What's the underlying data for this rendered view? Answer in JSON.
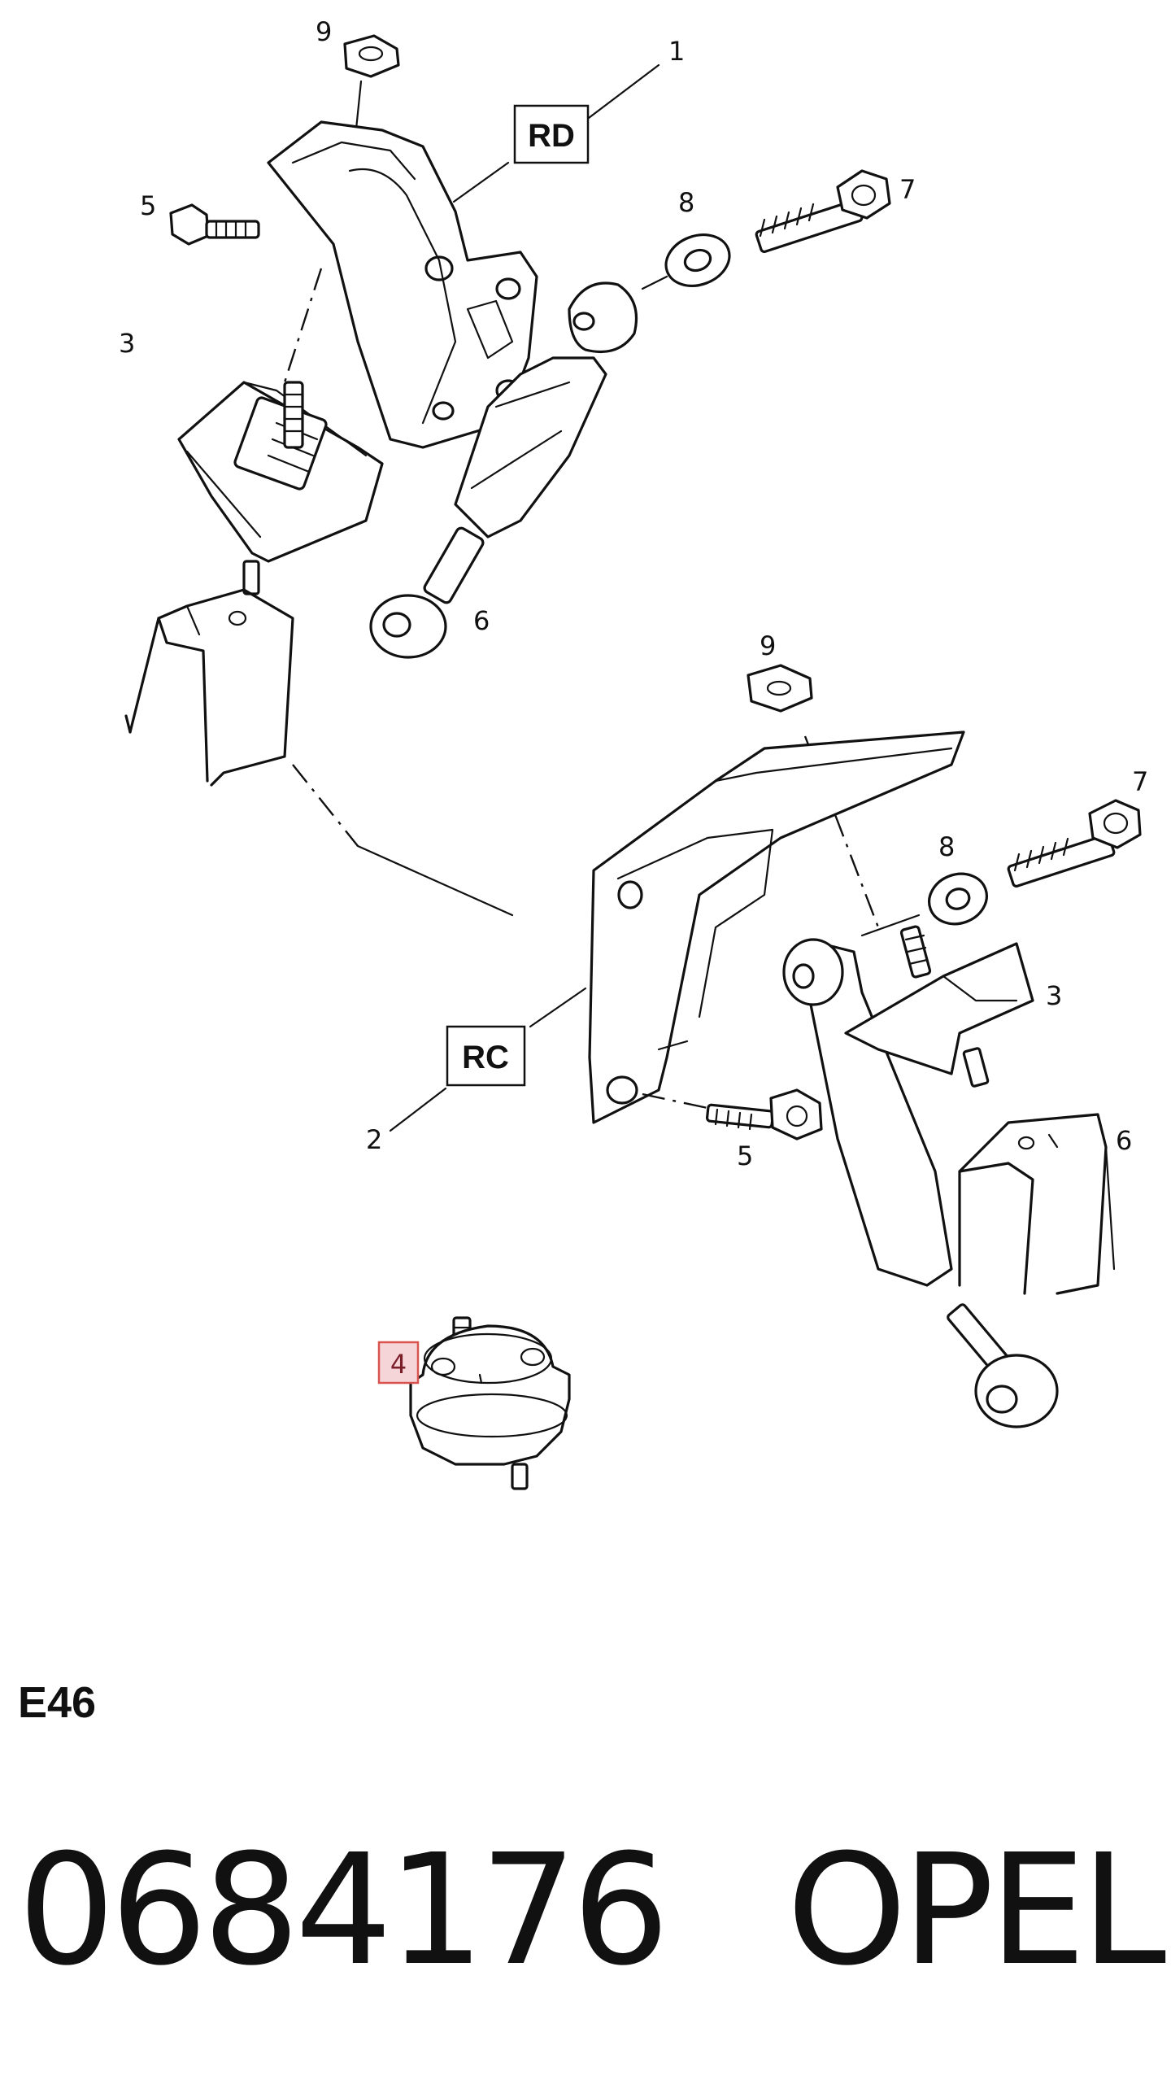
{
  "diagram": {
    "callouts": {
      "c1": "1",
      "c2": "2",
      "c3a": "3",
      "c3b": "3",
      "c5a": "5",
      "c5b": "5",
      "c6a": "6",
      "c6b": "6",
      "c7a": "7",
      "c7b": "7",
      "c8a": "8",
      "c8b": "8",
      "c9a": "9",
      "c9b": "9",
      "c4": "4"
    },
    "tags": {
      "rd": "RD",
      "rc": "RC"
    },
    "highlight_color": "#d9534f"
  },
  "model": "E46",
  "footer": {
    "part_number": "0684176",
    "brand": "OPEL"
  }
}
